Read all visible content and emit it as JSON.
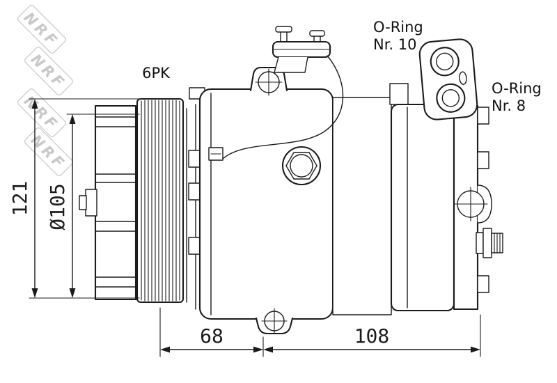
{
  "watermark": {
    "text": "NRF",
    "color": "#c9c9c9"
  },
  "labels": {
    "belt_rib_count": "6PK",
    "oring_top": {
      "line1": "O-Ring",
      "line2": "Nr. 10"
    },
    "oring_right": {
      "line1": "O-Ring",
      "line2": "Nr. 8"
    }
  },
  "dimensions": {
    "overall_height_mm": "121",
    "pulley_diameter_mm": "Ø105",
    "front_section_mm": "68",
    "rear_section_mm": "108"
  },
  "colors": {
    "line": "#1b1b1b",
    "background": "#ffffff",
    "label_text": "#111111"
  }
}
